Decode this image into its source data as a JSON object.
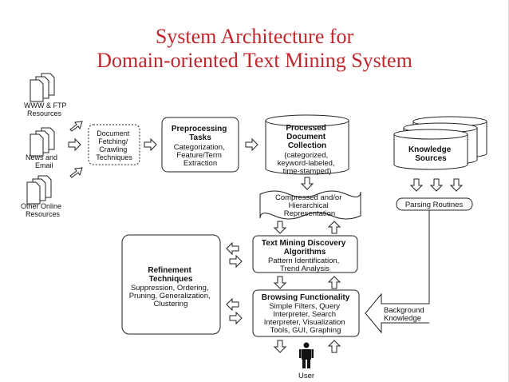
{
  "title": {
    "line1": "System Architecture for",
    "line2": "Domain-oriented Text Mining System"
  },
  "sources": {
    "www": [
      "WWW & FTP",
      "Resources"
    ],
    "news": [
      "News and",
      "Email"
    ],
    "other": [
      "Other Online",
      "Resources"
    ]
  },
  "fetching": [
    "Document",
    "Fetching/",
    "Crawling",
    "Techniques"
  ],
  "preprocessing": {
    "title": [
      "Preprocessing",
      "Tasks"
    ],
    "body": [
      "Categorization,",
      "Feature/Term",
      "Extraction"
    ]
  },
  "processed": {
    "title": [
      "Processed",
      "Document",
      "Collection"
    ],
    "body": [
      "(categorized,",
      "keyword-labeled,",
      "time-stamped)"
    ]
  },
  "knowledge": [
    "Knowledge",
    "Sources"
  ],
  "compressed": [
    "Compressed and/or",
    "Hierarchical",
    "Representation"
  ],
  "parsing": "Parsing Routines",
  "discovery": {
    "title": [
      "Text Mining Discovery",
      "Algorithms"
    ],
    "body": [
      "Pattern Identification,",
      "Trend Analysis"
    ]
  },
  "refinement": {
    "title": [
      "Refinement",
      "Techniques"
    ],
    "body": [
      "Suppression, Ordering,",
      "Pruning, Generalization,",
      "Clustering"
    ]
  },
  "browsing": {
    "title": "Browsing Functionality",
    "body": [
      "Simple Filters, Query",
      "Interpreter, Search",
      "Interpreter, Visualization",
      "Tools, GUI, Graphing"
    ]
  },
  "background": [
    "Background",
    "Knowledge"
  ],
  "user": "User",
  "colors": {
    "title": "#c0272d",
    "line": "#222222"
  }
}
